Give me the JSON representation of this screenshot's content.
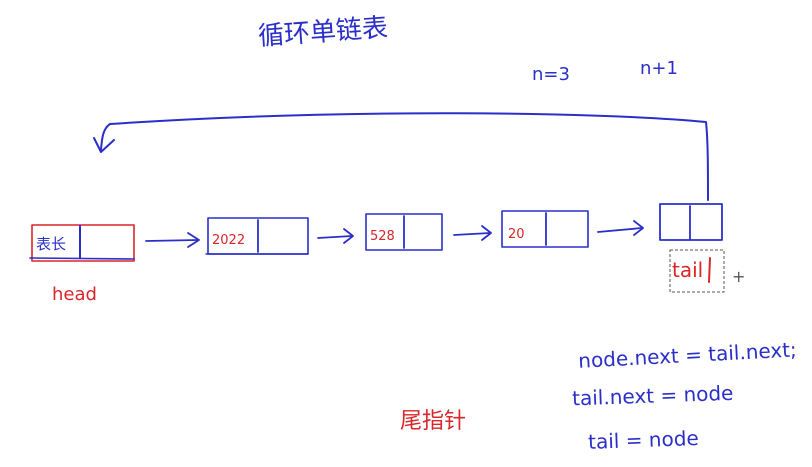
{
  "title": "循环单链表",
  "counters": {
    "n_current": "n=3",
    "n_next": "n+1"
  },
  "nodes": [
    {
      "value": "表长"
    },
    {
      "value": "2022"
    },
    {
      "value": "528"
    },
    {
      "value": "20"
    },
    {
      "value": ""
    }
  ],
  "labels": {
    "head": "head",
    "tail": "tail",
    "tail_pointer_caption": "尾指针",
    "plus": "+"
  },
  "code": [
    "node.next = tail.next;",
    "tail.next = node",
    "tail  =  node"
  ],
  "colors": {
    "ink_blue": "#2b2fc9",
    "ink_red": "#d8262a",
    "ink_gray": "#555555"
  }
}
